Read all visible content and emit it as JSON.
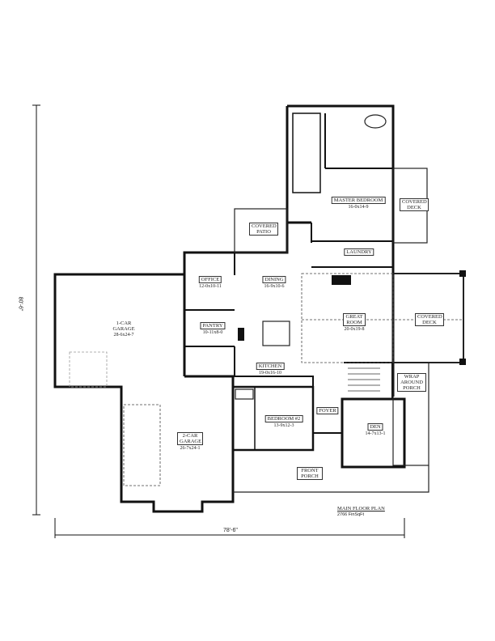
{
  "plan": {
    "title": "MAIN FLOOR PLAN",
    "area": "2766 FinSqFt",
    "overall_width": "78'-6\"",
    "overall_depth": "80'-6\""
  },
  "rooms": [
    {
      "id": "master-bedroom",
      "name": "MASTER BEDROOM",
      "dims": "16-0x14-9"
    },
    {
      "id": "covered-deck-upper",
      "name": "COVERED DECK",
      "dims": ""
    },
    {
      "id": "covered-patio",
      "name": "COVERED PATIO",
      "dims": ""
    },
    {
      "id": "laundry",
      "name": "LAUNDRY",
      "dims": ""
    },
    {
      "id": "office",
      "name": "OFFICE",
      "dims": "12-0x10-11"
    },
    {
      "id": "dining",
      "name": "DINING",
      "dims": "16-9x10-6"
    },
    {
      "id": "great-room",
      "name": "GREAT ROOM",
      "dims": "20-0x19-8"
    },
    {
      "id": "covered-deck",
      "name": "COVERED DECK",
      "dims": ""
    },
    {
      "id": "one-car-garage",
      "name": "1-CAR GARAGE",
      "dims": "28-6x24-7"
    },
    {
      "id": "pantry",
      "name": "PANTRY",
      "dims": "10-11x8-0"
    },
    {
      "id": "kitchen",
      "name": "KITCHEN",
      "dims": "19-0x16-10"
    },
    {
      "id": "wrap-around-porch",
      "name": "WRAP AROUND PORCH",
      "dims": ""
    },
    {
      "id": "bedroom-2",
      "name": "BEDROOM #2",
      "dims": "13-9x12-3"
    },
    {
      "id": "foyer",
      "name": "FOYER",
      "dims": ""
    },
    {
      "id": "den",
      "name": "DEN",
      "dims": "14-7x13-1"
    },
    {
      "id": "two-car-garage",
      "name": "2-CAR GARAGE",
      "dims": "26-7x24-1"
    },
    {
      "id": "front-porch",
      "name": "FRONT PORCH",
      "dims": ""
    }
  ]
}
